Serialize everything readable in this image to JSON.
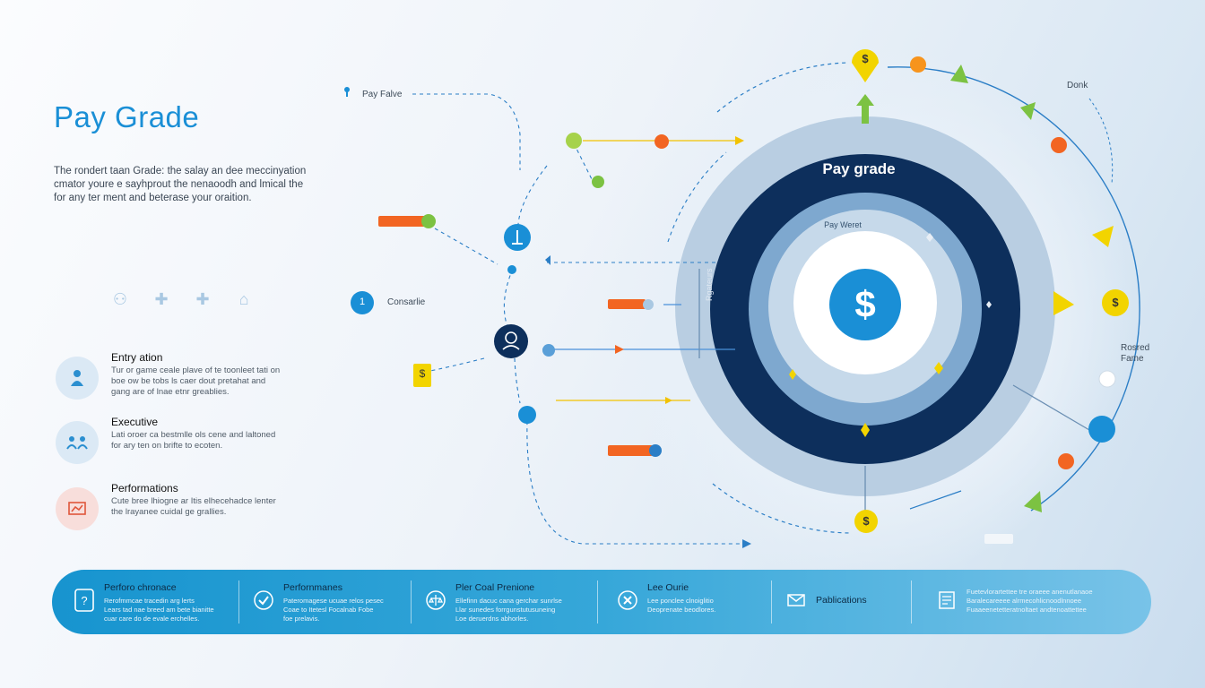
{
  "header": {
    "title": "Pay Grade",
    "intro_lines": [
      "The rondert taan Grade: the salay an dee meccinyation",
      "cmator youre e sayhprout the nenaoodh and lmical the",
      "for any ter ment and beterase your oraition."
    ]
  },
  "categories": [
    {
      "name": "Entry ation",
      "desc": [
        "Tur or game ceale plave of te toonleet tati on",
        "boe ow be tobs ls caer dout pretahat and",
        "gang are of lnae etnr greablies."
      ],
      "icon": "person-icon",
      "color": "#2b8fd0"
    },
    {
      "name": "Executive",
      "desc": [
        "Lati oroer ca bestmlle ols cene and laltoned",
        "for ary ten on brifte to ecoten."
      ],
      "icon": "team-icon",
      "color": "#2b8fd0"
    },
    {
      "name": "Performations",
      "desc": [
        "Cute bree lhiogne ar Itis elhecehadce lenter",
        "the lrayanee cuidal ge grallies."
      ],
      "icon": "chart-board-icon",
      "color": "#e0563b"
    }
  ],
  "diagram": {
    "top_label": "Pay Falve",
    "side_label": "Consarlie",
    "side_number": "1",
    "ring_title": "Pay grade",
    "inner_label": "Pay Weret",
    "ring_side_label": "Rgateurs",
    "center_symbol": "$",
    "right_label_top": "Donk",
    "right_label_mid": [
      "Rosred",
      "Fame"
    ],
    "node_symbol": "$"
  },
  "bottom_bar": [
    {
      "title": "Perforo chronace",
      "desc": [
        "Rerofmmcae tracedin arg lerts",
        "Lears tad nae breed am bete bianitte",
        "cuar care do de evale erchelles."
      ],
      "icon": "question-doc-icon"
    },
    {
      "title": "Perfornmanes",
      "desc": [
        "Pateromagese ucuae relos pesec",
        "Coae to Itetesl Focalnab Fobe",
        "foe prelavis."
      ],
      "icon": "check-icon"
    },
    {
      "title": "Pler Coal Prenione",
      "desc": [
        "Ellefinn dacuc cana gerchar sunrlse",
        "Llar sunedes forrgunstutusuneing",
        "Loe deruerdns abhorles."
      ],
      "icon": "scales-icon"
    },
    {
      "title": "Lee Ourie",
      "desc": [
        "Lee ponclee clnoiglitio",
        "Deoprenate beodlores."
      ],
      "icon": "cross-icon"
    },
    {
      "title": "Pablications",
      "desc": [],
      "icon": "mail-icon"
    },
    {
      "title": "",
      "desc": [
        "Fuetevlorartettee tre oraeee anenutlanaoe",
        "Baralecareeee alrmecohlicnoodlnnoee",
        "Fuaaeenetetteratnoltaet andtenoattettee"
      ],
      "icon": "document-icon"
    }
  ],
  "colors": {
    "accent": "#1a8fd6",
    "navy": "#0d2f5c",
    "orange": "#f26522",
    "green": "#7cc242",
    "yellow": "#f2d400"
  }
}
